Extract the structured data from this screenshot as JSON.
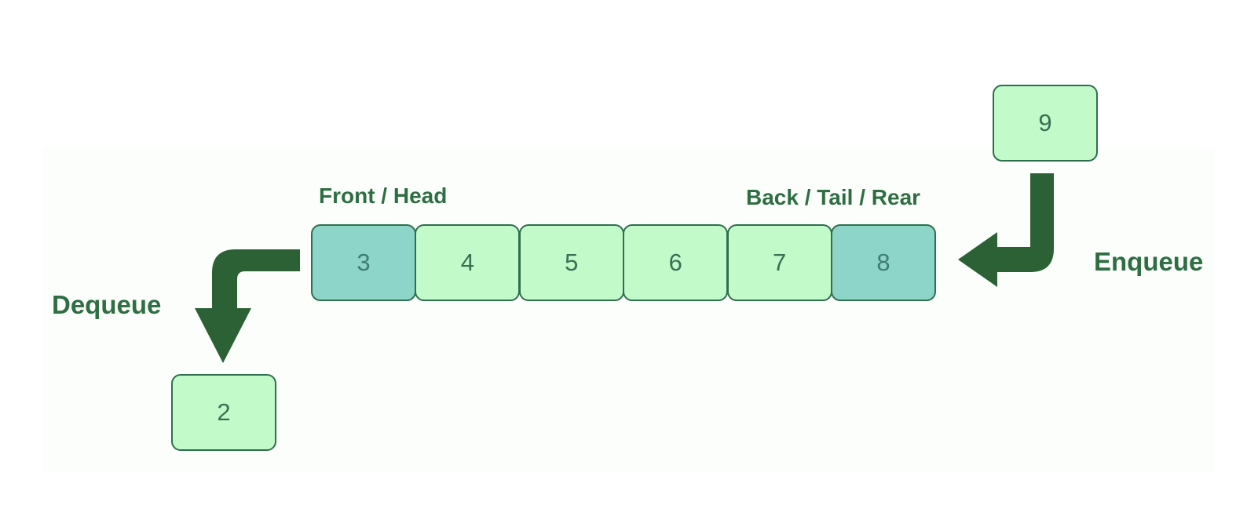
{
  "queue": {
    "cells": [
      {
        "value": "3",
        "style": "teal"
      },
      {
        "value": "4",
        "style": "light"
      },
      {
        "value": "5",
        "style": "light"
      },
      {
        "value": "6",
        "style": "light"
      },
      {
        "value": "7",
        "style": "light"
      },
      {
        "value": "8",
        "style": "teal"
      }
    ]
  },
  "labels": {
    "front": "Front / Head",
    "back": "Back / Tail / Rear",
    "enqueue": "Enqueue",
    "dequeue": "Dequeue"
  },
  "incoming": {
    "value": "9"
  },
  "outgoing": {
    "value": "2"
  },
  "colors": {
    "arrow": "#2c6035",
    "cell_light": "#c2fac9",
    "cell_teal": "#8ed5c9",
    "border": "#2e6f4e",
    "label": "#2e6e42"
  }
}
